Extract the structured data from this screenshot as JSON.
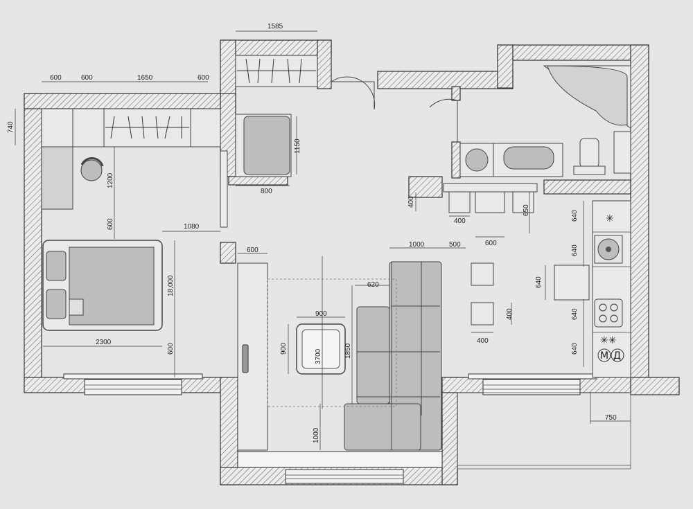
{
  "dimensions": {
    "top_600_a": "600",
    "top_600_b": "600",
    "top_1650": "1650",
    "top_600_c": "600",
    "left_740": "740",
    "corridor_1585": "1585",
    "wardrobe_1150": "1150",
    "wardrobe_800": "800",
    "chair_1200": "1200",
    "bedroom_600_v": "600",
    "bed_1080": "1080",
    "bed_18000": "18,000",
    "bed_2300": "2300",
    "bed_600_v": "600",
    "hall_600": "600",
    "sofa_1000": "1000",
    "sofa_500": "500",
    "sofa_620": "620",
    "table_900_h": "900",
    "table_900_v": "900",
    "hall_3700": "3700",
    "sofa_1850": "1850",
    "bottom_1000": "1000",
    "kitchen_400_v": "400",
    "kitchen_400_a": "400",
    "kitchen_650": "650",
    "kitchen_600": "600",
    "kitchen_640_1": "640",
    "kitchen_640_2": "640",
    "kitchen_640_3": "640",
    "kitchen_640_4": "640",
    "kitchen_640_left": "640",
    "stool_400_v": "400",
    "stool_400_h": "400",
    "balcony_750": "750"
  },
  "appliance_labels": {
    "snowflake": "✳",
    "double_star": "✳✳",
    "m": "М",
    "d": "Д"
  }
}
